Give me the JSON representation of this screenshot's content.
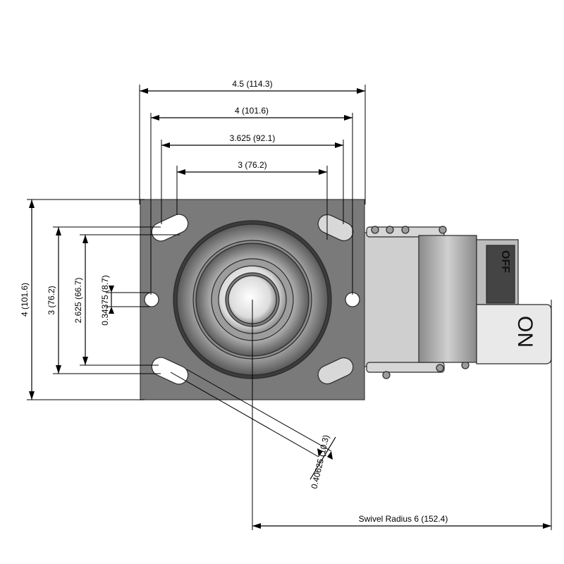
{
  "dimensions": {
    "plate_width": "4.5 (114.3)",
    "bolt_outer": "4 (101.6)",
    "bolt_mid": "3.625 (92.1)",
    "bolt_inner": "3 (76.2)",
    "plate_height": "4 (101.6)",
    "bolt_v_outer": "3 (76.2)",
    "bolt_v_inner": "2.625 (66.7)",
    "hole_dia": "0.34375 (8.7)",
    "slot_width": "0.40625 (10.3)",
    "swivel_radius": "Swivel Radius 6 (152.4)"
  },
  "brake_labels": {
    "on": "ON",
    "off": "OFF"
  },
  "colors": {
    "plate": "#7a7a7a",
    "wheel_light": "#e6e6e6",
    "wheel_dark": "#6a6a6a",
    "line": "#000000"
  }
}
